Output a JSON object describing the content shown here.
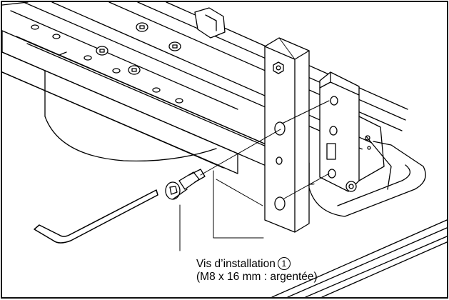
{
  "callout": {
    "label": "Vis d’installation",
    "number": "1",
    "spec": "(M8 x 16 mm : argentée)"
  }
}
